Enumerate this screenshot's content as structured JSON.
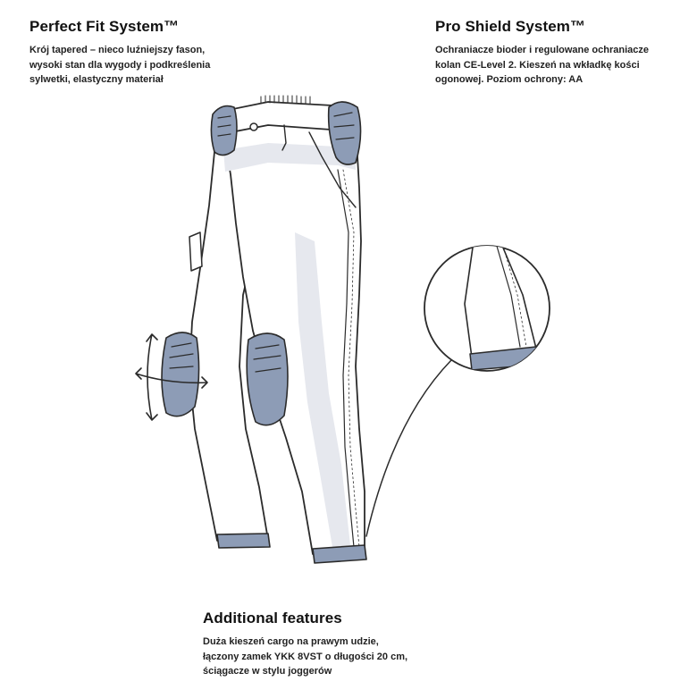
{
  "features": {
    "perfect_fit": {
      "title": "Perfect Fit System™",
      "lines": [
        "Krój tapered – nieco luźniejszy fason,",
        "wysoki stan dla wygody i podkreślenia",
        "sylwetki, elastyczny materiał"
      ]
    },
    "pro_shield": {
      "title": "Pro Shield System™",
      "lines": [
        "Ochraniacze bioder i regulowane ochraniacze",
        "kolan CE-Level 2. Kieszeń na wkładkę kości",
        "ogonowej. Poziom ochrony: AA"
      ]
    },
    "additional": {
      "title": "Additional features",
      "lines": [
        "Duża kieszeń cargo na prawym udzie,",
        "łączony zamek YKK 8VST o długości 20 cm,",
        "ściągacze w stylu joggerów"
      ]
    }
  },
  "colors": {
    "armor": "#8d9cb6",
    "armor_dark": "#5f6c84",
    "outline": "#2b2b2b",
    "shade": "#e6e8ee"
  }
}
